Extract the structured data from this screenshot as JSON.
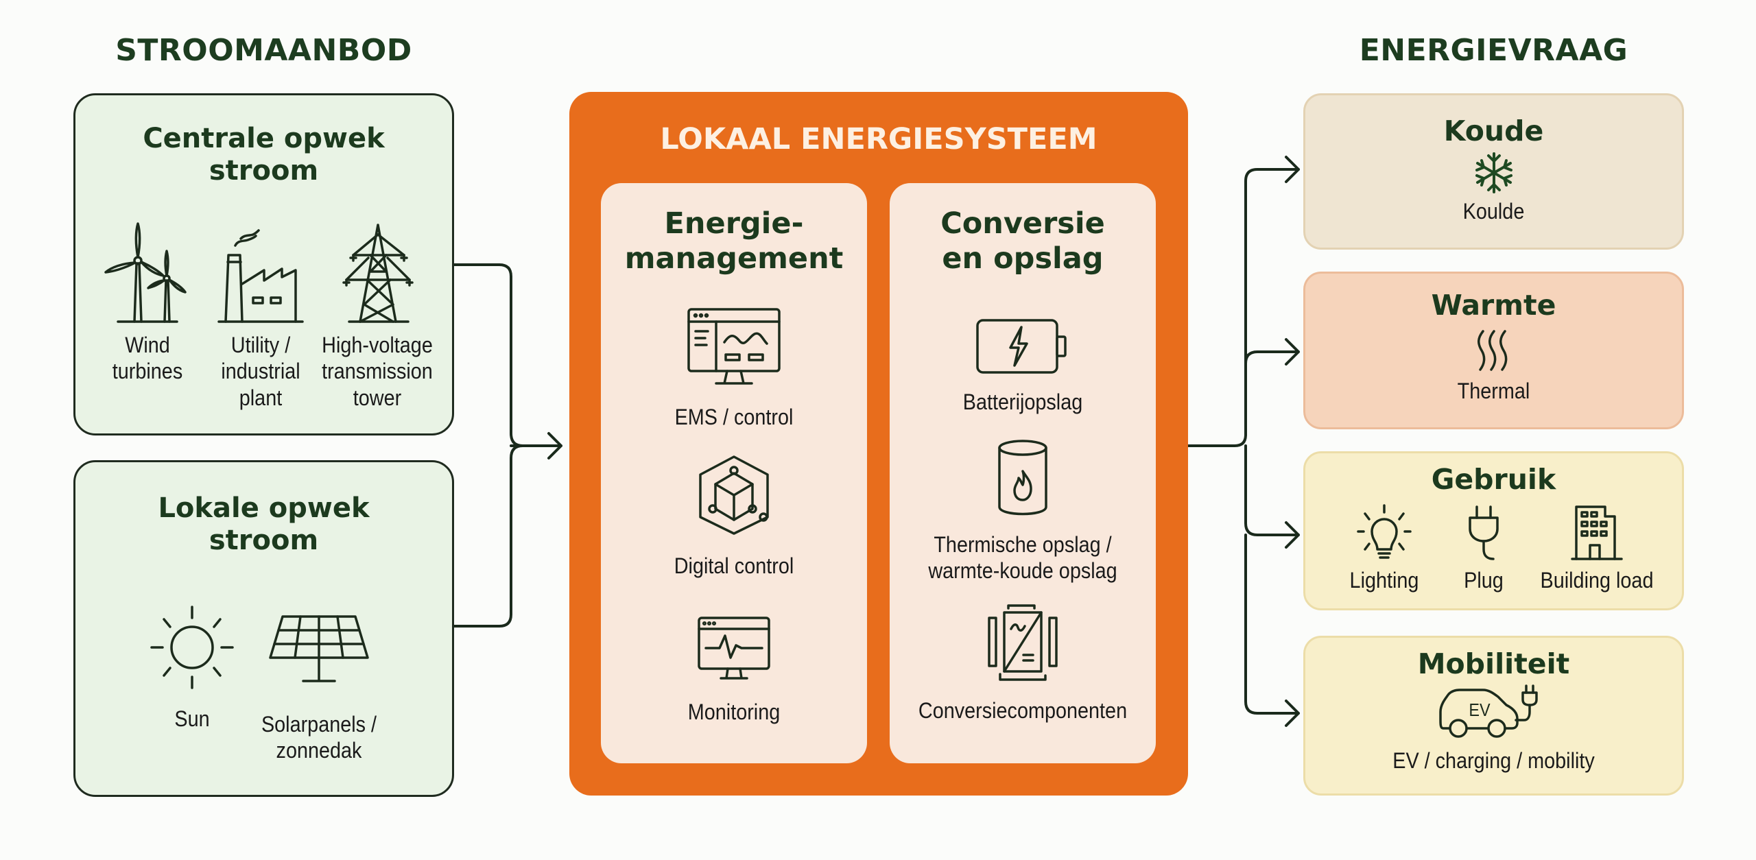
{
  "supply": {
    "title": "STROOMAANBOD",
    "central": {
      "title_line1": "Centrale opwek",
      "title_line2": "stroom",
      "items": [
        {
          "icon": "wind-turbine-icon",
          "line1": "Wind",
          "line2": "turbines"
        },
        {
          "icon": "factory-icon",
          "line1": "Utility /",
          "line2": "industrial",
          "line3": "plant"
        },
        {
          "icon": "transmission-tower-icon",
          "line1": "High-voltage",
          "line2": "transmission",
          "line3": "tower"
        }
      ]
    },
    "local": {
      "title_line1": "Lokale opwek",
      "title_line2": "stroom",
      "items": [
        {
          "icon": "sun-icon",
          "line1": "Sun"
        },
        {
          "icon": "solar-panel-icon",
          "line1": "Solarpanels /",
          "line2": "zonnedak"
        }
      ]
    }
  },
  "system": {
    "title": "LOKAAL ENERGIESYSTEEM",
    "management": {
      "title_line1": "Energie-",
      "title_line2": "management",
      "items": [
        {
          "icon": "ems-dashboard-icon",
          "label": "EMS / control"
        },
        {
          "icon": "digital-control-cube-icon",
          "label": "Digital control"
        },
        {
          "icon": "monitoring-screen-icon",
          "label": "Monitoring"
        }
      ]
    },
    "conversion": {
      "title_line1": "Conversie",
      "title_line2": "en opslag",
      "items": [
        {
          "icon": "battery-icon",
          "label": "Batterijopslag"
        },
        {
          "icon": "thermal-storage-tank-icon",
          "line1": "Thermische opslag /",
          "line2": "warmte-koude opslag"
        },
        {
          "icon": "inverter-icon",
          "label": "Conversiecomponenten"
        }
      ]
    }
  },
  "demand": {
    "title": "ENERGIEVRAAG",
    "boxes": [
      {
        "title": "Koude",
        "icon": "snowflake-icon",
        "label": "Koulde",
        "bg": "#efe5d2",
        "border": "#e3d2b3"
      },
      {
        "title": "Warmte",
        "icon": "heat-waves-icon",
        "label": "Thermal",
        "bg": "#f6d4bb",
        "border": "#ecbc9a"
      },
      {
        "title": "Gebruik",
        "items": [
          {
            "icon": "light-bulb-icon",
            "label": "Lighting"
          },
          {
            "icon": "plug-icon",
            "label": "Plug"
          },
          {
            "icon": "building-icon",
            "label": "Building load"
          }
        ],
        "bg": "#f8efca",
        "border": "#ecdda8"
      },
      {
        "title": "Mobiliteit",
        "icon": "ev-car-icon",
        "icon_text": "EV",
        "label": "EV / charging / mobility",
        "bg": "#f8efca",
        "border": "#ecdda8"
      }
    ]
  },
  "colors": {
    "dark_green": "#1d3d20",
    "orange": "#e86d1c",
    "panel": "#f9e8dc",
    "supply_box": "#e9f3e5"
  }
}
